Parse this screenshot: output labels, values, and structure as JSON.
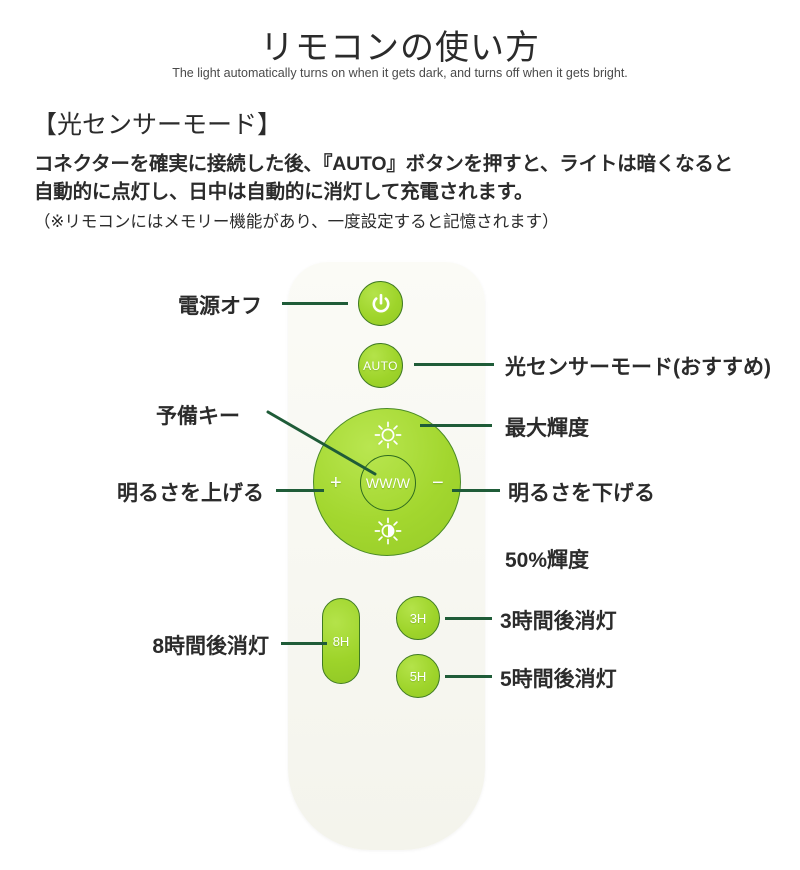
{
  "header": {
    "title": "リモコンの使い方",
    "subtitle": "The light automatically turns on when it gets dark, and turns off when it gets bright."
  },
  "intro": {
    "section_heading": "【光センサーモード】",
    "body_line_1": "コネクターを確実に接続した後、『AUTO』ボタンを押すと、ライトは暗くなると",
    "body_line_2": "自動的に点灯し、日中は自動的に消灯して充電されます。",
    "note": "（※リモコンにはメモリー機能があり、一度設定すると記憶されます）"
  },
  "remote": {
    "buttons": {
      "power": "",
      "auto": "AUTO",
      "center": "WW/W",
      "plus": "+",
      "minus": "−",
      "timer_8h": "8H",
      "timer_3h": "3H",
      "timer_5h": "5H"
    },
    "icons": {
      "power": "power-icon",
      "sun_full": "sun-full-icon",
      "sun_half": "sun-half-icon"
    }
  },
  "callouts": {
    "power_off": "電源オフ",
    "spare_key": "予備キー",
    "brightness_up": "明るさを上げる",
    "light_sensor_mode": "光センサーモード(おすすめ)",
    "max_brightness": "最大輝度",
    "brightness_down": "明るさを下げる",
    "half_brightness": "50%輝度",
    "off_after_8h": "8時間後消灯",
    "off_after_3h": "3時間後消灯",
    "off_after_5h": "5時間後消灯"
  },
  "colors": {
    "button_green": "#9ed42a",
    "button_border": "#3f7a22",
    "leader_line": "#1f5c38",
    "remote_body": "#f7f7f1",
    "text": "#2b2b2b"
  }
}
